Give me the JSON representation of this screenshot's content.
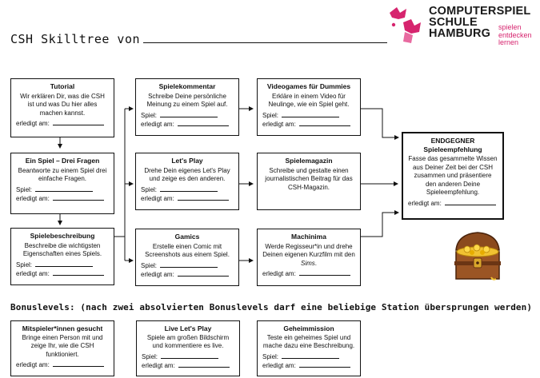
{
  "title": "CSH Skilltree von",
  "logo": {
    "brand_lines": [
      "COMPUTERSPIEL",
      "SCHULE",
      "HAMBURG"
    ],
    "tag_lines": [
      "spielen",
      "entdecken",
      "lernen"
    ],
    "accent": "#d6246e"
  },
  "labels": {
    "player": "Spiel:",
    "done": "erledigt am:"
  },
  "boxes": {
    "tutorial": {
      "title": "Tutorial",
      "desc": "Wir erklären Dir, was die CSH ist und was Du hier alles machen kannst."
    },
    "drei_fragen": {
      "title": "Ein Spiel – Drei Fragen",
      "desc": "Beantworte zu einem Spiel drei einfache Fragen."
    },
    "spielebeschreibung": {
      "title": "Spielebeschreibung",
      "desc": "Beschreibe die wichtigsten Eigenschaften eines Spiels."
    },
    "spielekommentar": {
      "title": "Spielekommentar",
      "desc": "Schreibe Deine persönliche Meinung zu einem Spiel auf."
    },
    "lets_play": {
      "title": "Let's Play",
      "desc": "Drehe Dein eigenes Let's Play und zeige es den anderen."
    },
    "gamics": {
      "title": "Gamics",
      "desc": "Erstelle einen Comic mit Screenshots aus einem Spiel."
    },
    "videogames": {
      "title": "Videogames für Dummies",
      "desc": "Erkläre in einem Video für Neulinge, wie ein Spiel geht."
    },
    "spielemagazin": {
      "title": "Spielemagazin",
      "desc": "Schreibe und gestalte einen journalistischen Beitrag für das CSH-Magazin."
    },
    "machinima": {
      "title": "Machinima",
      "desc_pre": "Werde Regisseur*in und drehe Deinen eigenen Kurzfilm mit den ",
      "desc_em": "Sims",
      "desc_post": "."
    },
    "endgegner": {
      "title": "ENDGEGNER",
      "subtitle": "Spieleempfehlung",
      "desc": "Fasse das gesammelte Wissen aus Deiner Zeit bei der CSH zusammen und präsentiere den anderen Deine Spieleempfehlung."
    }
  },
  "bonus": {
    "heading": "Bonuslevels: (nach zwei absolvierten Bonuslevels darf eine beliebige Station übersprungen werden)",
    "mitspieler": {
      "title": "Mitspieler*innen gesucht",
      "desc": "Bringe einen Person mit und zeige Ihr, wie die CSH funktioniert."
    },
    "live": {
      "title": "Live Let's Play",
      "desc": "Spiele am großen Bildschirm und kommentiere es live."
    },
    "geheim": {
      "title": "Geheimmission",
      "desc": "Teste ein geheimes Spiel und mache dazu eine Beschreibung."
    }
  }
}
